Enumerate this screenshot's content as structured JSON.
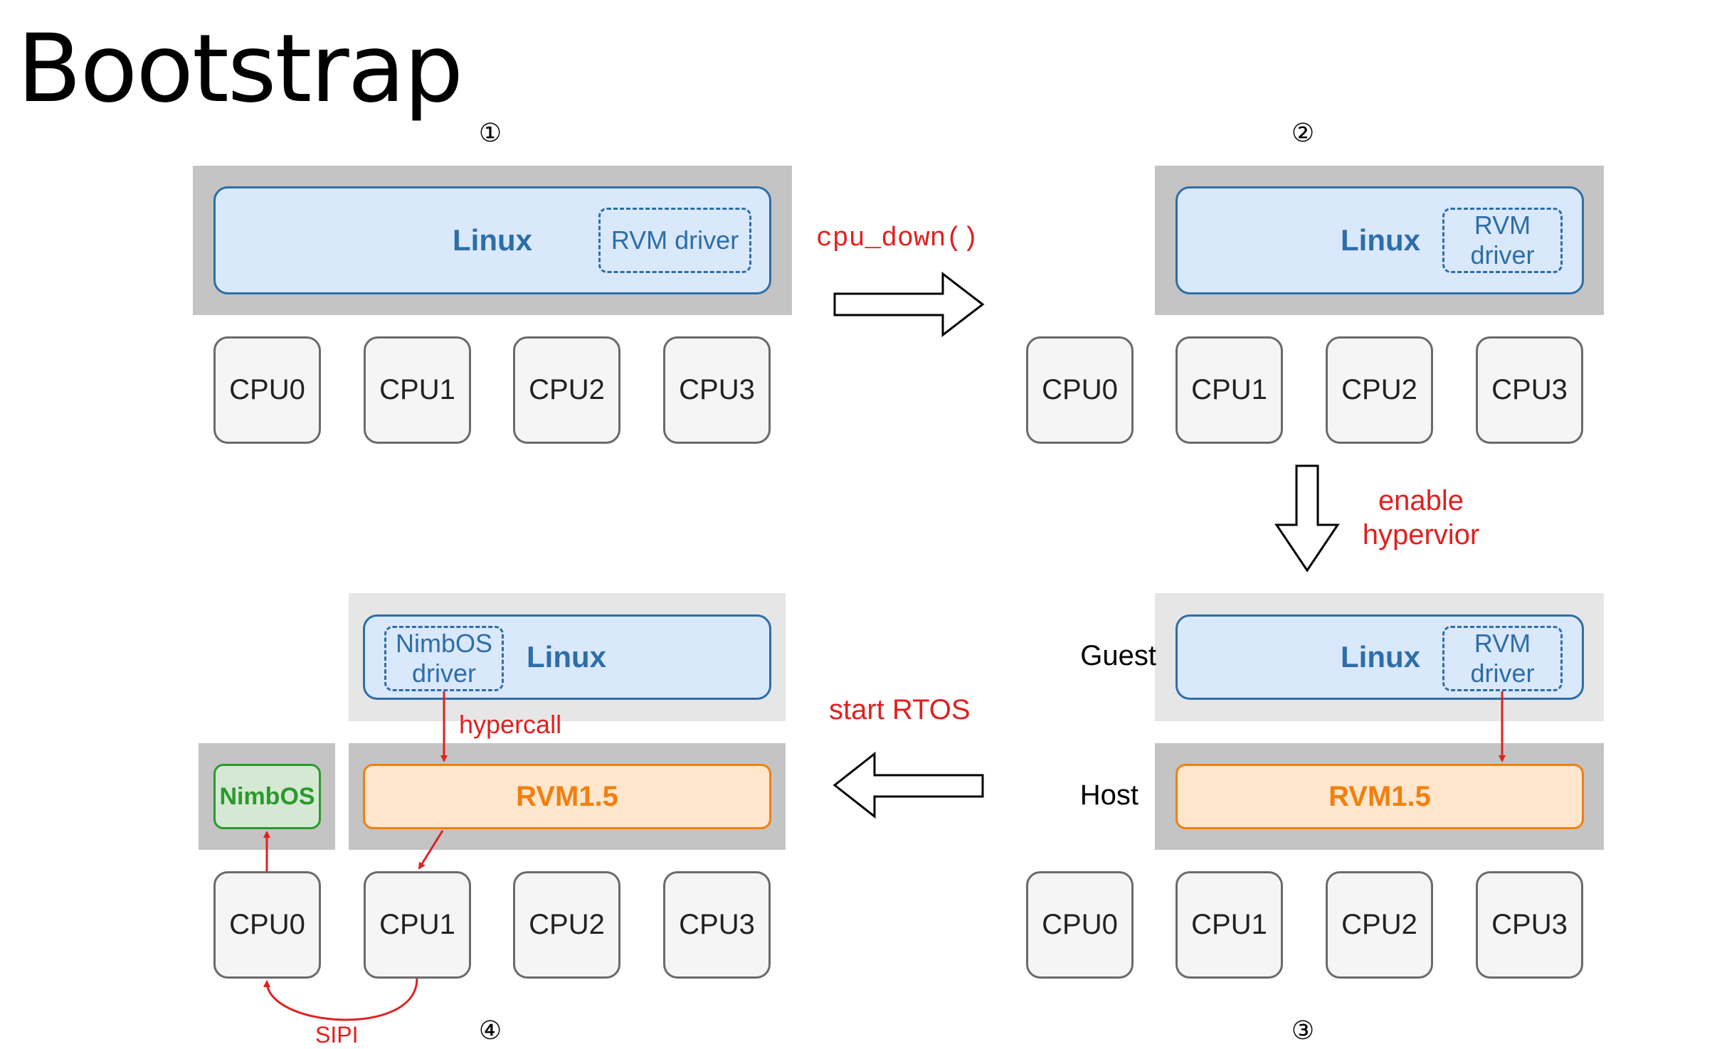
{
  "title": "Bootstrap",
  "steps": {
    "s1": "①",
    "s2": "②",
    "s3": "③",
    "s4": "④"
  },
  "labels": {
    "linux": "Linux",
    "rvm_driver": "RVM driver",
    "rvm_driver_l1": "RVM",
    "rvm_driver_l2": "driver",
    "nimbos_driver_l1": "NimbOS",
    "nimbos_driver_l2": "driver",
    "rvm": "RVM1.5",
    "nimbos": "NimbOS",
    "guest": "Guest",
    "host": "Host",
    "cpu0": "CPU0",
    "cpu1": "CPU1",
    "cpu2": "CPU2",
    "cpu3": "CPU3"
  },
  "transitions": {
    "cpu_down": "cpu_down()",
    "enable_l1": "enable",
    "enable_l2": "hypervior",
    "start_rtos": "start RTOS",
    "hypercall": "hypercall",
    "sipi": "SIPI"
  },
  "colors": {
    "linux_fill": "#dae8fc",
    "linux_stroke": "#2d6ea8",
    "rvm_fill": "#ffe6cc",
    "rvm_stroke": "#f08010",
    "nimbos_fill": "#d5e8d4",
    "nimbos_stroke": "#2a9a2a",
    "arrow_red": "#e02020",
    "host_gray": "#c4c4c4",
    "guest_gray": "#e6e6e6"
  }
}
